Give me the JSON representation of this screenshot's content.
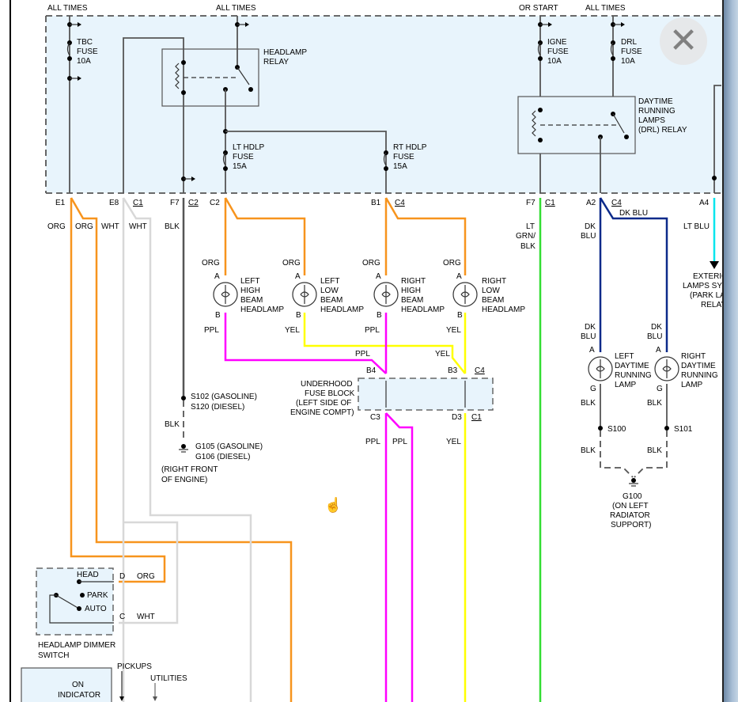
{
  "diagram": {
    "title": "Headlamp / DRL Wiring Schematic",
    "power_labels": {
      "tbc": "ALL TIMES",
      "headlamp": "ALL TIMES",
      "igne": "OR START",
      "drl": "ALL TIMES"
    },
    "fuses": [
      {
        "name": "TBC",
        "l2": "FUSE",
        "rating": "10A"
      },
      {
        "name": "IGNE",
        "l2": "FUSE",
        "rating": "10A"
      },
      {
        "name": "DRL",
        "l2": "FUSE",
        "rating": "10A"
      },
      {
        "name": "LT HDLP",
        "l2": "FUSE",
        "rating": "15A"
      },
      {
        "name": "RT HDLP",
        "l2": "FUSE",
        "rating": "15A"
      }
    ],
    "relays": {
      "headlamp": [
        "HEADLAMP",
        "RELAY"
      ],
      "drl": [
        "DAYTIME",
        "RUNNING",
        "LAMPS",
        "(DRL) RELAY"
      ]
    },
    "connectors": {
      "e1": "E1",
      "e8": "E8",
      "c1a": "C1",
      "f7a": "F7",
      "c2a": "C2",
      "c2b": "C2",
      "b1": "B1",
      "c4a": "C4",
      "f7b": "F7",
      "c1b": "C1",
      "a2": "A2",
      "c4b": "C4",
      "a4": "A4",
      "b4": "B4",
      "b3": "B3",
      "c4c": "C4",
      "c3": "C3",
      "d3": "D3",
      "c1c": "C1",
      "pinA": "A",
      "pinB": "B",
      "pinG": "G",
      "pinD": "D",
      "pinC": "C"
    },
    "wire_colors": {
      "org": "ORG",
      "wht": "WHT",
      "blk": "BLK",
      "ppl": "PPL",
      "yel": "YEL",
      "ltgrn1": "LT",
      "ltgrn2": "GRN/",
      "ltgrn3": "BLK",
      "dk": "DK",
      "blu": "BLU",
      "dkblu": "DK BLU",
      "ltblu": "LT BLU"
    },
    "wire_hex": {
      "org": "#f7941d",
      "wht": "#d8d8d8",
      "blk": "#555555",
      "ppl": "#ff00ff",
      "yel": "#ffff00",
      "ltgrn": "#33dd33",
      "dkblu": "#0b2a8a",
      "ltblu": "#00e5ee"
    },
    "lamps": {
      "lhb": [
        "LEFT",
        "HIGH",
        "BEAM",
        "HEADLAMP"
      ],
      "llb": [
        "LEFT",
        "LOW",
        "BEAM",
        "HEADLAMP"
      ],
      "rhb": [
        "RIGHT",
        "HIGH",
        "BEAM",
        "HEADLAMP"
      ],
      "rlb": [
        "RIGHT",
        "LOW",
        "BEAM",
        "HEADLAMP"
      ],
      "ldrl": [
        "LEFT",
        "DAYTIME",
        "RUNNING",
        "LAMP"
      ],
      "rdrl": [
        "RIGHT",
        "DAYTIME",
        "RUNNING",
        "LAMP"
      ]
    },
    "underhood": [
      "UNDERHOOD",
      "FUSE BLOCK",
      "(LEFT SIDE OF",
      "ENGINE COMPT)"
    ],
    "splices": {
      "s102": "S102  (GASOLINE)",
      "s120": "S120  (DIESEL)",
      "s100": "S100",
      "s101": "S101"
    },
    "grounds": {
      "g105": "G105  (GASOLINE)",
      "g106": "G106  (DIESEL)",
      "g105_loc": [
        "(RIGHT FRONT",
        "OF ENGINE)"
      ],
      "g100": "G100",
      "g100_loc": [
        "(ON LEFT",
        "RADIATOR",
        "SUPPORT)"
      ]
    },
    "exterior": [
      "EXTERIO",
      "LAMPS SY",
      "(PARK LA",
      "RELAY"
    ],
    "dimmer": {
      "head": "HEAD",
      "park": "PARK",
      "auto": "AUTO",
      "name": [
        "HEADLAMP DIMMER",
        "SWITCH"
      ]
    },
    "bottom": {
      "on_indicator": [
        "ON",
        "INDICATOR"
      ],
      "pickups": "PICKUPS",
      "utilities": "UTILITIES"
    }
  },
  "overlay": {
    "close_icon": "✕"
  }
}
